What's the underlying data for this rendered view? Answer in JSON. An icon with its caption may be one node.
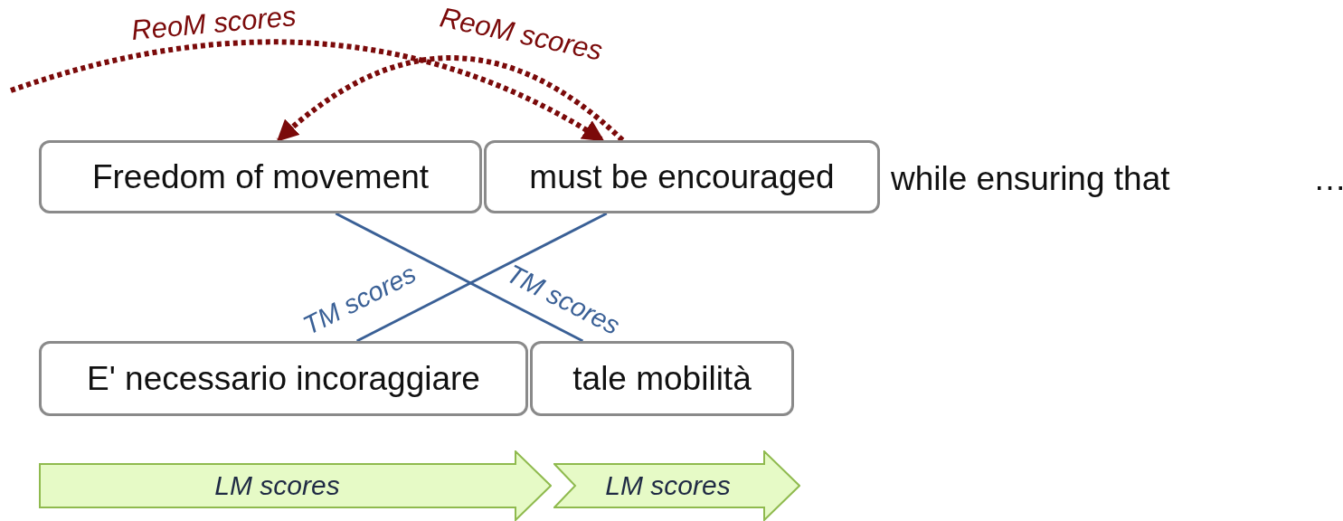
{
  "diagram": {
    "nodes": [
      {
        "text": [
          "Freedom of movement"
        ]
      },
      {
        "text": [
          "must be encouraged"
        ]
      },
      {
        "text": [
          "while ensuring that"
        ]
      },
      {
        "text": [
          "…"
        ]
      },
      {
        "text": [
          "E' necessario incoraggiare"
        ]
      },
      {
        "text": [
          "tale mobilità"
        ]
      },
      {
        "text": [
          "LM scores"
        ]
      },
      {
        "text": [
          "LM scores"
        ]
      }
    ],
    "edges": [
      {
        "from": null,
        "to": 1,
        "arrow": "to",
        "label": "ReoM scores",
        "style": "dashed",
        "color": "#7b0a0a"
      },
      {
        "from": 1,
        "to": 0,
        "arrow": "to",
        "label": "ReoM scores",
        "style": "dashed",
        "color": "#7b0a0a"
      },
      {
        "from": 1,
        "to": 4,
        "arrow": "none",
        "label": "TM scores",
        "color": "#3a6096"
      },
      {
        "from": 0,
        "to": 5,
        "arrow": "none",
        "label": "TM scores",
        "color": "#3a6096"
      }
    ]
  }
}
